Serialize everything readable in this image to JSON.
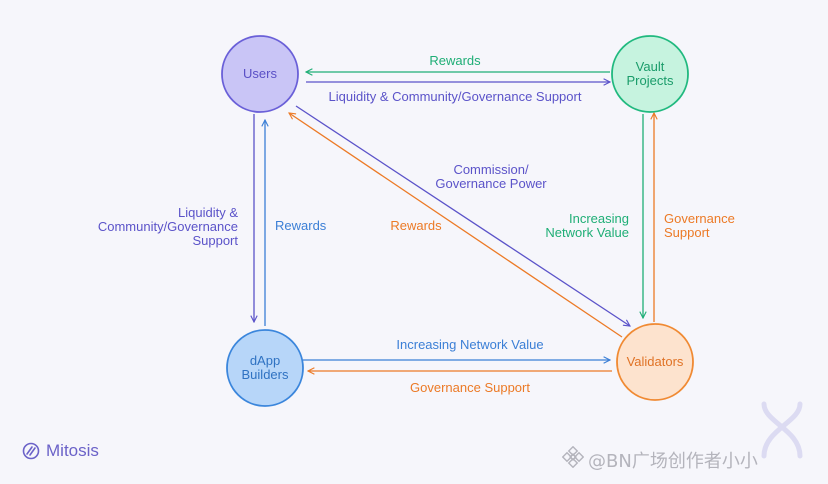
{
  "nodes": {
    "users": {
      "lines": [
        "Users"
      ],
      "fill": "#c9c5f6",
      "stroke": "#6a60d8",
      "text": "#5a50c6"
    },
    "vault_projects": {
      "lines": [
        "Vault",
        "Projects"
      ],
      "fill": "#c6f3df",
      "stroke": "#21b97f",
      "text": "#1a9c6a"
    },
    "dapp_builders": {
      "lines": [
        "dApp",
        "Builders"
      ],
      "fill": "#b7d6f9",
      "stroke": "#3b86dc",
      "text": "#2f72c2"
    },
    "validators": {
      "lines": [
        "Validators"
      ],
      "fill": "#fde3ce",
      "stroke": "#f08a33",
      "text": "#e07326"
    }
  },
  "edges": {
    "vault_to_users": {
      "lines": [
        "Rewards"
      ],
      "color": "#1fae76"
    },
    "users_to_vault": {
      "lines": [
        "Liquidity & Community/Governance Support"
      ],
      "color": "#5b53c9"
    },
    "users_to_dapp": {
      "lines": [
        "Liquidity &",
        "Community/Governance",
        "Support"
      ],
      "color": "#5b53c9"
    },
    "dapp_to_users": {
      "lines": [
        "Rewards"
      ],
      "color": "#3b7fd6"
    },
    "users_to_validators": {
      "lines": [
        "Commission/",
        "Governance Power"
      ],
      "color": "#5b53c9"
    },
    "validators_to_users": {
      "lines": [
        "Rewards"
      ],
      "color": "#ec7a26"
    },
    "vault_to_validators": {
      "lines": [
        "Increasing",
        "Network Value"
      ],
      "color": "#1fae76"
    },
    "validators_to_vault": {
      "lines": [
        "Governance",
        "Support"
      ],
      "color": "#ec7a26"
    },
    "dapp_to_validators": {
      "lines": [
        "Increasing Network Value"
      ],
      "color": "#3b7fd6"
    },
    "validators_to_dapp": {
      "lines": [
        "Governance Support"
      ],
      "color": "#ec7a26"
    }
  },
  "brand": {
    "name": "Mitosis",
    "icon": "mitosis-logo-icon",
    "color": "#6b62c8"
  },
  "watermark": {
    "text": "@BN广场创作者小小",
    "icon": "binance-logo-icon"
  }
}
